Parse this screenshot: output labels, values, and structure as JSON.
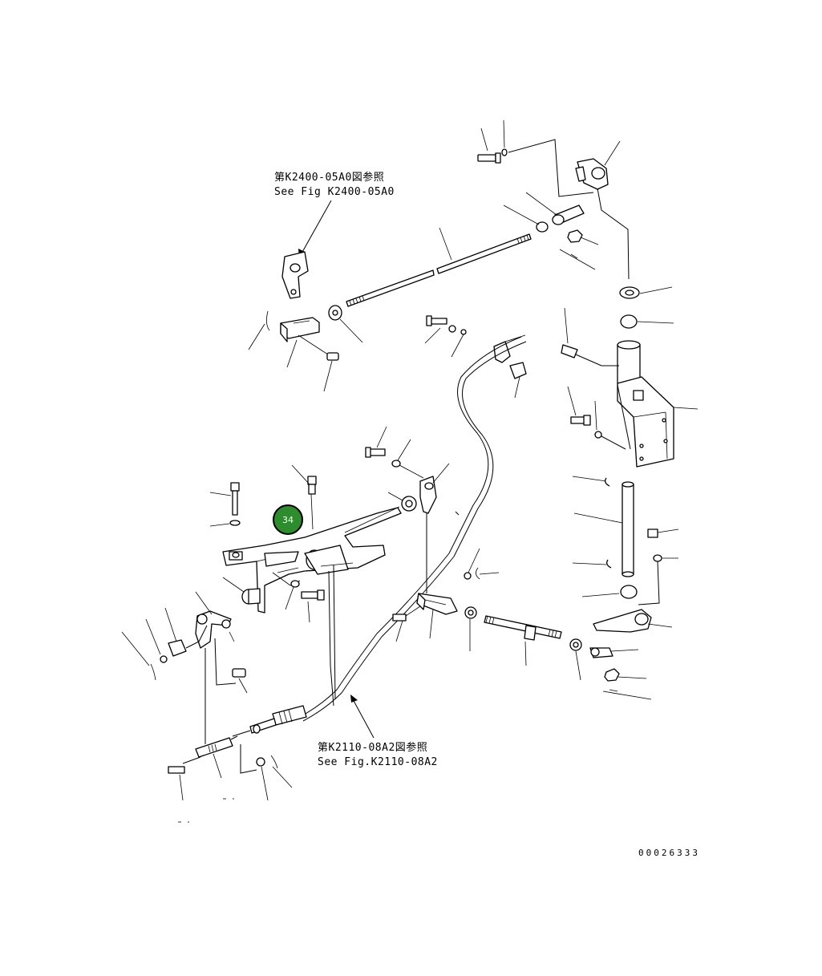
{
  "references": {
    "top": {
      "line1": "第K2400-05A0図参照",
      "line2": "See Fig K2400-05A0"
    },
    "bottom": {
      "line1": "第K2110-08A2図参照",
      "line2": "See Fig.K2110-08A2"
    }
  },
  "callout": {
    "label": "34",
    "color": "#2e8b2e"
  },
  "drawing_number": "00026333"
}
